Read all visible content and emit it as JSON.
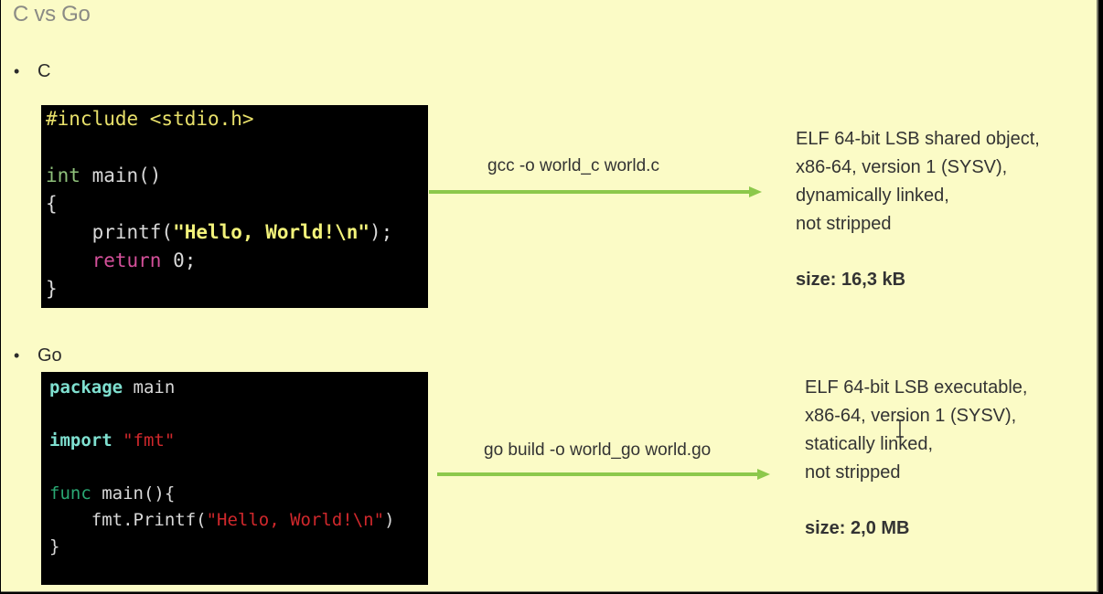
{
  "title": "C vs Go",
  "bullets": {
    "c": "C",
    "go": "Go"
  },
  "code_c": [
    [
      {
        "t": "#include <stdio.h>",
        "c": "c-pre"
      }
    ],
    [],
    [
      {
        "t": "int",
        "c": "c-kw"
      },
      {
        "t": " main()",
        "c": "c-plain"
      }
    ],
    [
      {
        "t": "{",
        "c": "c-plain"
      }
    ],
    [
      {
        "t": "    printf(",
        "c": "c-plain"
      },
      {
        "t": "\"Hello, World!\\n\"",
        "c": "c-str"
      },
      {
        "t": ");",
        "c": "c-plain"
      }
    ],
    [
      {
        "t": "    ",
        "c": "c-plain"
      },
      {
        "t": "return",
        "c": "c-ret"
      },
      {
        "t": " 0;",
        "c": "c-plain"
      }
    ],
    [
      {
        "t": "}",
        "c": "c-plain"
      }
    ]
  ],
  "code_go": [
    [
      {
        "t": "package",
        "c": "g-kw"
      },
      {
        "t": " main",
        "c": "g-plain"
      }
    ],
    [],
    [
      {
        "t": "import",
        "c": "g-kw"
      },
      {
        "t": " ",
        "c": "g-plain"
      },
      {
        "t": "\"fmt\"",
        "c": "g-str"
      }
    ],
    [],
    [
      {
        "t": "func",
        "c": "g-fn"
      },
      {
        "t": " main(){",
        "c": "g-plain"
      }
    ],
    [
      {
        "t": "    fmt.Printf(",
        "c": "g-plain"
      },
      {
        "t": "\"Hello, World!\\n\"",
        "c": "g-str"
      },
      {
        "t": ")",
        "c": "g-plain"
      }
    ],
    [
      {
        "t": "}",
        "c": "g-plain"
      }
    ]
  ],
  "commands": {
    "c": "gcc -o world_c world.c",
    "go": "go build -o world_go world.go"
  },
  "info_c": {
    "lines": [
      "ELF 64-bit LSB shared object,",
      "x86-64, version 1 (SYSV),",
      "dynamically linked,",
      "not stripped"
    ],
    "size": "size: 16,3 kB"
  },
  "info_go": {
    "lines": [
      "ELF 64-bit LSB executable,",
      "x86-64, version 1 (SYSV),",
      "statically linked,",
      "not stripped"
    ],
    "size": "size: 2,0 MB"
  },
  "colors": {
    "background": "#fbfbc6",
    "arrow": "#8cc84b",
    "code_bg": "#000000"
  },
  "icons": {
    "arrow": "arrow-right-icon",
    "cursor": "text-cursor-icon"
  }
}
